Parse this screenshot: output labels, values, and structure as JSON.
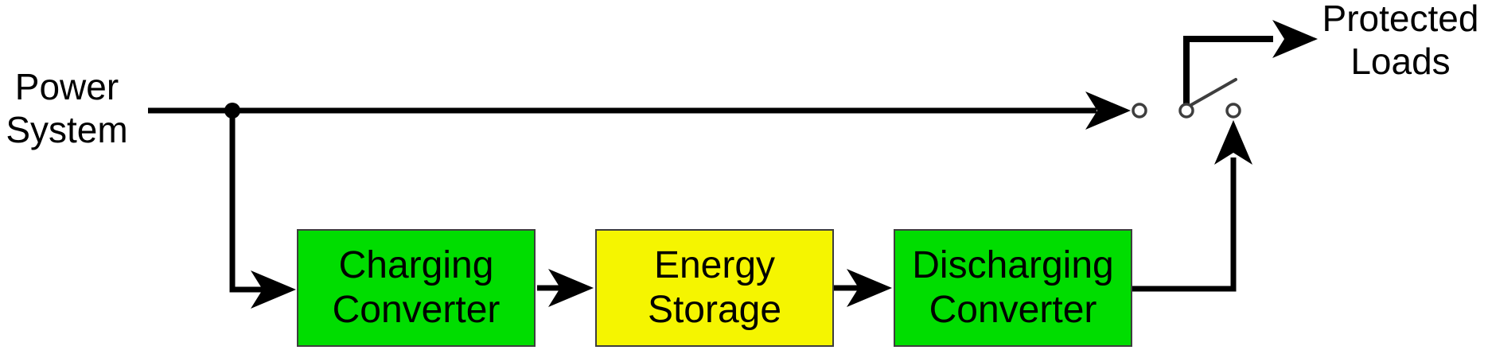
{
  "diagram": {
    "type": "block-diagram",
    "description": "Power system with energy storage backup feeding protected loads through a transfer switch",
    "labels": {
      "power_system": "Power System",
      "protected_loads": "Protected Loads"
    },
    "boxes": {
      "charging": {
        "label": "Charging Converter",
        "fill": "#00dd00"
      },
      "energy": {
        "label": "Energy Storage",
        "fill": "#f5f500"
      },
      "discharging": {
        "label": "Discharging Converter",
        "fill": "#00dd00"
      }
    },
    "colors": {
      "wire": "#000000",
      "box_border": "#3e3e3e",
      "switch_contact": "#3e3e3e",
      "background": "#ffffff"
    },
    "connections": [
      "Power System -> transfer switch (left contact)",
      "Power System junction -> Charging Converter",
      "Charging Converter -> Energy Storage",
      "Energy Storage -> Discharging Converter",
      "Discharging Converter -> transfer switch (right contact)",
      "Transfer switch common -> Protected Loads"
    ]
  }
}
